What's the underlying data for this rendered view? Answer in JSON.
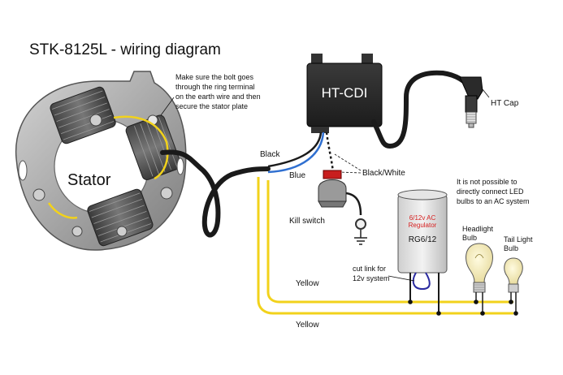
{
  "title": "STK-8125L - wiring diagram",
  "stator": {
    "label": "Stator"
  },
  "notes": {
    "bolt_note": [
      "Make sure the bolt goes",
      "through the ring terminal",
      "on the earth wire and then",
      "secure the stator plate"
    ],
    "led_note": [
      "It is not possible to",
      "directly connect LED",
      "bulbs to an AC system"
    ],
    "cut_link_note": [
      "cut link for",
      "12v system"
    ]
  },
  "cdi": {
    "label": "HT-CDI"
  },
  "ht_cap": {
    "label": "HT Cap"
  },
  "wires": {
    "black": "Black",
    "blue": "Blue",
    "black_white": "Black/White",
    "yellow_upper": "Yellow",
    "yellow_lower": "Yellow"
  },
  "kill_switch": {
    "label": "Kill switch"
  },
  "regulator": {
    "voltage_label": [
      "6/12v AC",
      "Regulator"
    ],
    "model": "RG6/12"
  },
  "bulbs": {
    "headlight": [
      "Headlight",
      "Bulb"
    ],
    "taillight": [
      "Tail Light",
      "Bulb"
    ]
  },
  "colors": {
    "yellow_wire": "#f2d21b",
    "blue_wire": "#2f6fd0",
    "black_wire": "#1a1a1a",
    "regulator_red": "#d62020",
    "kill_switch_red": "#c81e1e",
    "stator_grey": "#9e9e9e"
  }
}
